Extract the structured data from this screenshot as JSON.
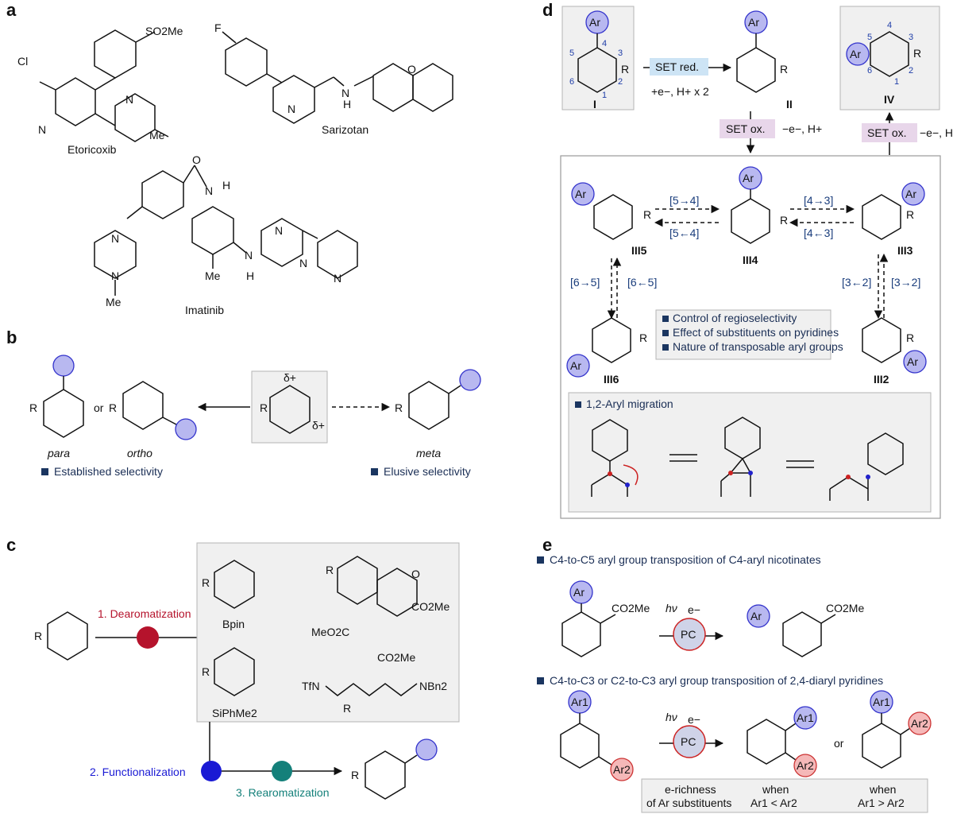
{
  "panels": {
    "a": "a",
    "b": "b",
    "c": "c",
    "d": "d",
    "e": "e"
  },
  "panel_a": {
    "etoricoxib": "Etoricoxib",
    "sarizotan": "Sarizotan",
    "imatinib": "Imatinib",
    "so2me": "SO2Me",
    "cl": "Cl",
    "me": "Me",
    "f": "F",
    "n": "N",
    "o": "O",
    "h": "H"
  },
  "panel_b": {
    "para": "para",
    "ortho": "ortho",
    "meta": "meta",
    "or": "or",
    "delta_plus": "δ+",
    "r": "R",
    "established": "Established selectivity",
    "elusive": "Elusive selectivity"
  },
  "panel_c": {
    "step1": "1. Dearomatization",
    "step2": "2. Functionalization",
    "step3": "3. Rearomatization",
    "bpin": "Bpin",
    "siphme2": "SiPhMe2",
    "meo2c": "MeO2C",
    "co2me": "CO2Me",
    "tfn": "TfN",
    "nbn2": "NBn2",
    "step1_color": "#b5132c",
    "step2_color": "#1a1ad4",
    "step3_color": "#14807a"
  },
  "panel_d": {
    "ar": "Ar",
    "set_red": "SET red.",
    "set_red_cond": "+e−, H+ x 2",
    "set_ox": "SET ox.",
    "set_ox_cond": "−e−, H+",
    "I": "I",
    "II": "II",
    "IV": "IV",
    "III5": "III5",
    "III4": "III4",
    "III3": "III3",
    "III6": "III6",
    "III2": "III2",
    "t54": "[5→4]",
    "t45": "[5←4]",
    "t43": "[4→3]",
    "t34": "[4←3]",
    "t65": "[6→5]",
    "t56": "[6←5]",
    "t32": "[3←2]",
    "t23": "[3→2]",
    "bullets": [
      "Control of regioselectivity",
      "Effect of substituents on pyridines",
      "Nature of transposable aryl groups"
    ],
    "migration": "1,2-Aryl migration"
  },
  "panel_e": {
    "line1": "C4-to-C5 aryl group transposition of C4-aryl nicotinates",
    "line2": "C4-to-C3 or C2-to-C3 aryl group transposition of 2,4-diaryl pyridines",
    "hv": "hν",
    "pc": "PC",
    "e": "e−",
    "co2me": "CO2Me",
    "ar1": "Ar1",
    "ar2": "Ar2",
    "or": "or",
    "erichness": "e-richness",
    "of_ar": "of Ar substituents",
    "when": "when",
    "cond1": "Ar1 < Ar2",
    "cond2": "Ar1 > Ar2"
  }
}
